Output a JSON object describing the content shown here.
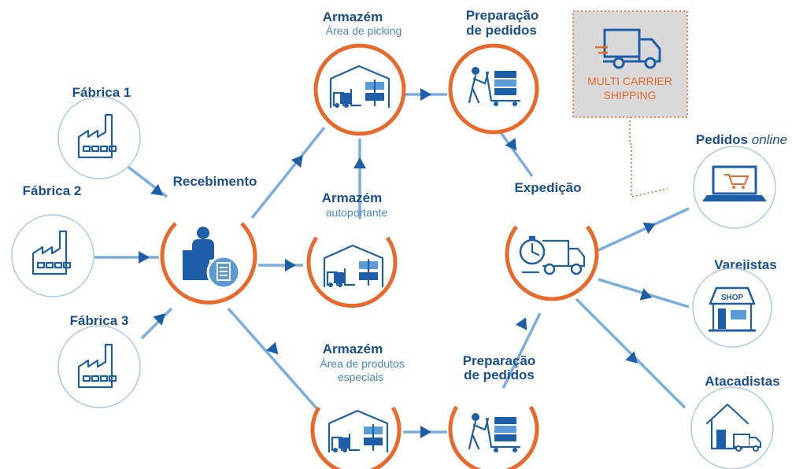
{
  "colors": {
    "dark_blue": "#1a4f8f",
    "light_blue": "#7aaee0",
    "orange": "#e8692a",
    "gray_box": "#d9d9d9"
  },
  "nodes": {
    "fabrica1": {
      "title": "Fábrica 1",
      "icon": "factory-icon"
    },
    "fabrica2": {
      "title": "Fábrica 2",
      "icon": "factory-icon"
    },
    "fabrica3": {
      "title": "Fábrica 3",
      "icon": "factory-icon"
    },
    "recebimento": {
      "title": "Recebimento",
      "icon": "receiving-icon"
    },
    "armazem_picking": {
      "title": "Armazém",
      "subtitle": "Área de picking",
      "icon": "warehouse-icon"
    },
    "armazem_auto": {
      "title": "Armazém",
      "subtitle": "autoportante",
      "icon": "warehouse-icon"
    },
    "armazem_especiais": {
      "title": "Armazém",
      "subtitle_line1": "Área de produtos",
      "subtitle_line2": "especiais",
      "icon": "warehouse-icon"
    },
    "prep_top": {
      "title_line1": "Preparação",
      "title_line2": "de pedidos",
      "icon": "pallet-jack-icon"
    },
    "prep_bottom": {
      "title_line1": "Preparação",
      "title_line2": "de pedidos",
      "icon": "pallet-jack-icon"
    },
    "expedicao": {
      "title": "Expedição",
      "icon": "delivery-truck-icon"
    },
    "pedidos_online": {
      "title": "Pedidos",
      "title_italic": "online",
      "icon": "laptop-cart-icon"
    },
    "varejistas": {
      "title": "Varejistas",
      "icon": "shop-icon",
      "shop_sign": "SHOP"
    },
    "atacadistas": {
      "title": "Atacadistas",
      "icon": "wholesale-store-icon"
    }
  },
  "multi_carrier": {
    "line1": "MULTI CARRIER",
    "line2": "SHIPPING",
    "icon": "truck-icon"
  }
}
